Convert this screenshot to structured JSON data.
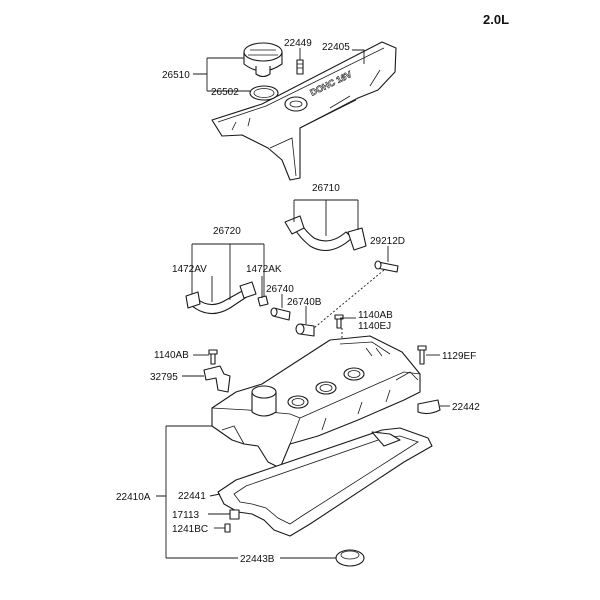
{
  "version_label": "2.0L",
  "cover_emboss": "DOHC 16V",
  "labels": {
    "p22449": "22449",
    "p22405": "22405",
    "p26510": "26510",
    "p26502": "26502",
    "p26710": "26710",
    "p29212D": "29212D",
    "p26720": "26720",
    "p1472AV": "1472AV",
    "p1472AK": "1472AK",
    "p26740": "26740",
    "p26740B": "26740B",
    "p1140AB_top": "1140AB",
    "p1140EJ": "1140EJ",
    "p1140AB_left": "1140AB",
    "p1129EF": "1129EF",
    "p32795": "32795",
    "p22442": "22442",
    "p22410A": "22410A",
    "p22441": "22441",
    "p17113": "17113",
    "p1241BC": "1241BC",
    "p22443B": "22443B"
  }
}
